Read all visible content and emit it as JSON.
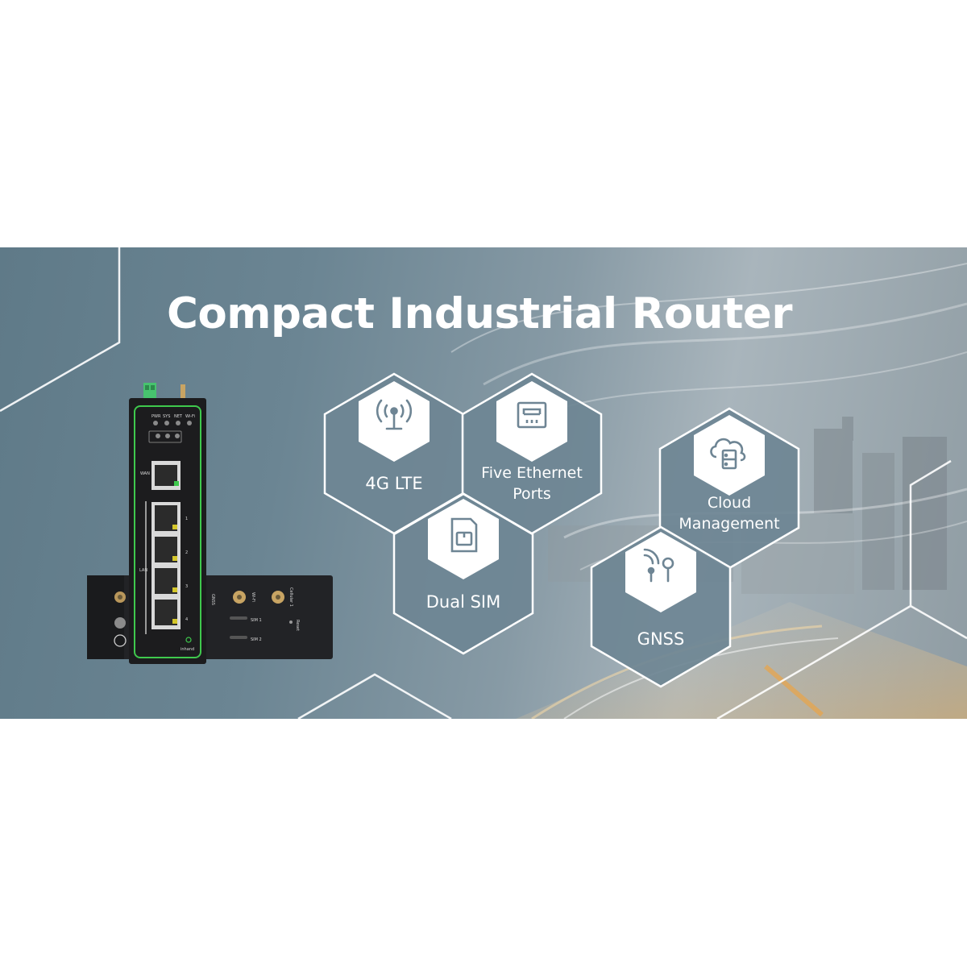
{
  "headline": "Compact Industrial Router",
  "features": [
    {
      "label": "4G LTE",
      "icon": "antenna-icon"
    },
    {
      "label": "Five Ethernet\nPorts",
      "icon": "ethernet-port-icon"
    },
    {
      "label": "Dual SIM",
      "icon": "sim-card-icon"
    },
    {
      "label": "Cloud\nManagement",
      "icon": "cloud-server-icon"
    },
    {
      "label": "GNSS",
      "icon": "gnss-location-icon"
    }
  ],
  "device": {
    "brand": "inhand",
    "leds": [
      "PWR",
      "SYS",
      "NET",
      "Wi-Fi"
    ],
    "wan_label": "WAN",
    "lan_label": "LAN",
    "port_numbers": [
      "1",
      "2",
      "3",
      "4"
    ],
    "gnss_label": "GNSS",
    "wifi_label": "Wi-Fi",
    "cellular_label": "Cellular 1",
    "sim1_label": "SIM 1",
    "sim2_label": "SIM 2",
    "reset_label": "Reset"
  },
  "colors": {
    "hex_fill": "#6e8594",
    "hex_stroke": "#ffffff",
    "device_body": "#1c1c1e",
    "device_accent": "#3fc94d",
    "icon_stroke": "#6e8594"
  }
}
